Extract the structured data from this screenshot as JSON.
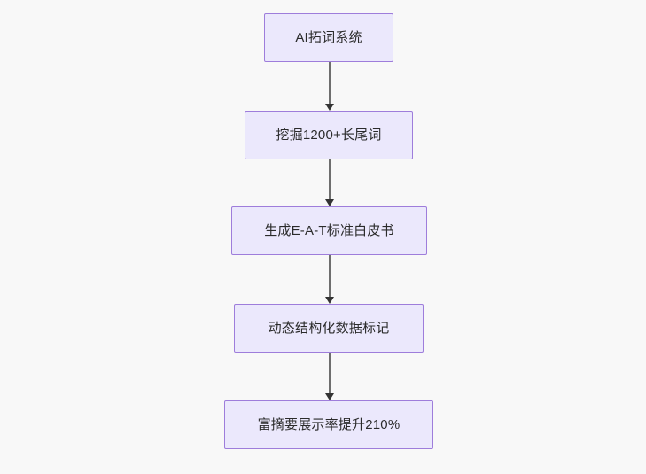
{
  "diagram": {
    "type": "flowchart",
    "direction": "top-to-bottom",
    "background_color": "#f8f8f8",
    "node_fill_color": "#ebe8fc",
    "node_border_color": "#9e7ddb",
    "node_text_color": "#2b2b2b",
    "edge_color": "#6e6e6e",
    "arrowhead_color": "#333333",
    "nodes": [
      {
        "id": "n1",
        "label": "AI拓词系统"
      },
      {
        "id": "n2",
        "label": "挖掘1200+长尾词"
      },
      {
        "id": "n3",
        "label": "生成E-A-T标准白皮书"
      },
      {
        "id": "n4",
        "label": "动态结构化数据标记"
      },
      {
        "id": "n5",
        "label": "富摘要展示率提升210%"
      }
    ],
    "edges": [
      {
        "from": "n1",
        "to": "n2"
      },
      {
        "from": "n2",
        "to": "n3"
      },
      {
        "from": "n3",
        "to": "n4"
      },
      {
        "from": "n4",
        "to": "n5"
      }
    ]
  }
}
